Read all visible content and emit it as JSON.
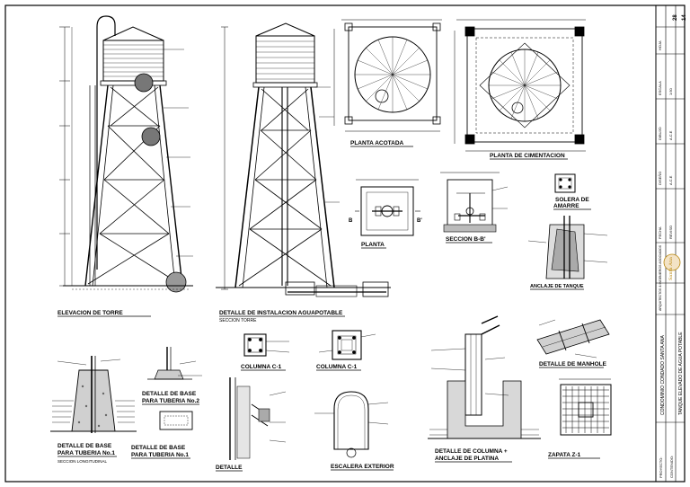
{
  "titles": {
    "elevacion_torre": "ELEVACION DE TORRE",
    "detalle_instalacion": "DETALLE DE INSTALACION AGUAPOTABLE",
    "seccion_torre": "SECCION TORRE",
    "planta_acotada": "PLANTA ACOTADA",
    "planta_cimentacion": "PLANTA DE CIMENTACION",
    "planta": "PLANTA",
    "seccion_bb": "SECCION B-B'",
    "solera_de": "SOLERA DE",
    "amarre": "AMARRE",
    "anclaje_tanque": "ANCLAJE DE TANQUE",
    "columna_c1_a": "COLUMNA C-1",
    "columna_c1_b": "COLUMNA C-1",
    "detalle_base_2_a": "DETALLE DE BASE",
    "detalle_base_2_b": "PARA TUBERIA No.2",
    "detalle_base_1_a": "DETALLE DE BASE",
    "detalle_base_1_b": "PARA TUBERIA No.1",
    "detalle_base_1c_a": "DETALLE DE BASE",
    "detalle_base_1c_b": "PARA TUBERIA No.1",
    "seccion_longitudinal": "SECCION LONGITUDINAL",
    "detalle": "DETALLE",
    "escalera_exterior": "ESCALERA EXTERIOR",
    "detalle_columna_a": "DETALLE DE COLUMNA +",
    "detalle_columna_b": "ANCLAJE DE PLATINA",
    "detalle_manhole": "DETALLE DE MANHOLE",
    "zapata": "ZAPATA Z-1"
  },
  "section_markers": {
    "b_left": "B",
    "b_right": "B'"
  },
  "title_block": {
    "project": "CONDOMINIO CONDADO SANTA ANA",
    "content": "TANQUE ELEVADO DE AGUA POTABLE",
    "label_proyecto": "PROYECTO:",
    "label_contenido": "CONTENIDO:",
    "logo_text": "Santa Ana",
    "sheet_number": "14",
    "sheet_total": "28",
    "label_hoja": "HOJA",
    "label_escala": "ESCALA",
    "escala_value": "1:50",
    "label_fecha": "FECHA",
    "label_dibujo": "DIBUJO",
    "dibujo_value": "A.C.E",
    "label_diseno": "DISEÑO",
    "diseno_value": "A.C.E",
    "label_revision": "REVISO",
    "firm": "ARQUITECTOS & INGENIEROS ASOCIADOS"
  }
}
